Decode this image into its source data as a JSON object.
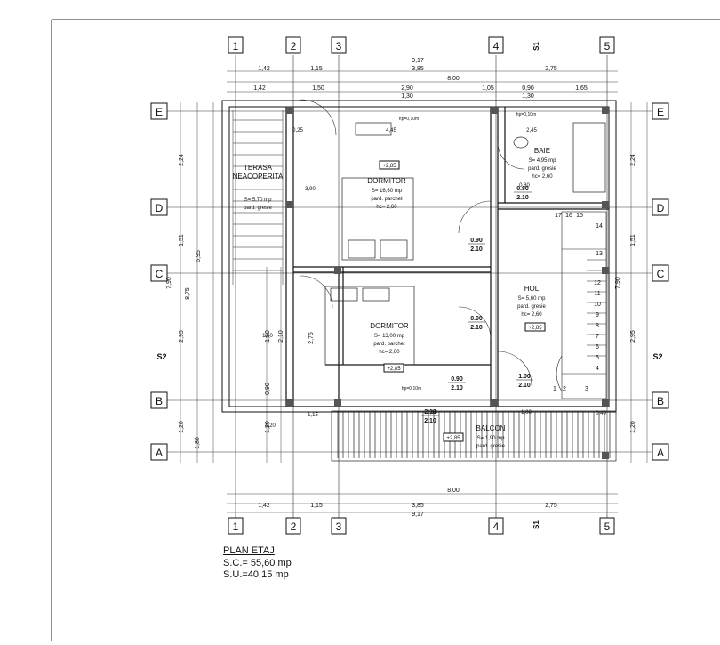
{
  "plan": {
    "title": "PLAN ETAJ",
    "area_built": "S.C.= 55,60 mp",
    "area_usable": "S.U.=40,15 mp"
  },
  "grid_axes": {
    "vertical": [
      "1",
      "2",
      "3",
      "4",
      "5"
    ],
    "horizontal": [
      "E",
      "D",
      "C",
      "B",
      "A"
    ],
    "section": "S2",
    "section_top": "S1",
    "section_bottom": "S1"
  },
  "dimensions": {
    "top": {
      "row1": [
        "1,42",
        "1,15",
        "3,85",
        "2,75"
      ],
      "total_a": "9,17",
      "total_b": "8,00",
      "row3": [
        "1,42",
        "1,50",
        "2,90",
        "1,05",
        "0,90",
        "1,65"
      ],
      "sub": [
        "1,30",
        "1,30"
      ]
    },
    "bottom": {
      "total_b": "8,00",
      "row1": [
        "1,42",
        "1,15",
        "3,85",
        "2,75"
      ],
      "total_a": "9,17"
    },
    "left": {
      "outer": [
        "2,24",
        "1,51",
        "2,95",
        "1,20"
      ],
      "total_a": "6,95",
      "total_b": "8,75",
      "total_c": "7,90",
      "inner": [
        "1,50",
        "0,90",
        "1,20",
        "1,80"
      ],
      "inner2": [
        "2,10",
        "2,75"
      ]
    },
    "right": {
      "outer": [
        "2,24",
        "1,51",
        "2,95",
        "1,20"
      ],
      "total": "7,90"
    }
  },
  "rooms": [
    {
      "name": "TERASA NEACOPERITA",
      "area": "S= 5,70 mp",
      "floor": "pard. gresie"
    },
    {
      "name": "DORMITOR",
      "area": "S= 16,60 mp",
      "floor": "pard. parchet",
      "height": "hc= 2,60"
    },
    {
      "name": "BAIE",
      "area": "S= 4,95 mp",
      "floor": "pard. gresie",
      "height": "hc= 2,60"
    },
    {
      "name": "DORMITOR",
      "area": "S= 13,00 mp",
      "floor": "pard. parchet",
      "height": "hc= 2,60"
    },
    {
      "name": "HOL",
      "area": "S= 5,60 mp",
      "floor": "pard. gresie",
      "height": "hc= 2,60"
    },
    {
      "name": "BALCON",
      "area": "S= 1,90 mp",
      "floor": "pard. gresie"
    }
  ],
  "doors": [
    {
      "w": "0.90",
      "h": "2.10"
    },
    {
      "w": "0.90",
      "h": "2.10"
    },
    {
      "w": "0.90",
      "h": "2.10"
    },
    {
      "w": "1.00",
      "h": "2.10"
    },
    {
      "w": "0.80",
      "h": "2.10"
    },
    {
      "w": "2.10",
      "h": "2.10"
    }
  ],
  "levels": [
    "+2,85",
    "+2,85",
    "+2,85",
    "+2,85"
  ],
  "sill_notes": [
    "hp=0,10m",
    "hp=0,10m",
    "hp=0,10m"
  ],
  "stair_steps": [
    "1",
    "2",
    "3",
    "4",
    "5",
    "6",
    "7",
    "8",
    "9",
    "10",
    "11",
    "12",
    "13",
    "14",
    "15",
    "16",
    "17"
  ],
  "misc_dims": [
    "4,45",
    "2,45",
    "0,25",
    "1,20",
    "1,00",
    "1,15",
    "2,10",
    "0,40",
    "0,80",
    "3,90",
    "1,60"
  ]
}
